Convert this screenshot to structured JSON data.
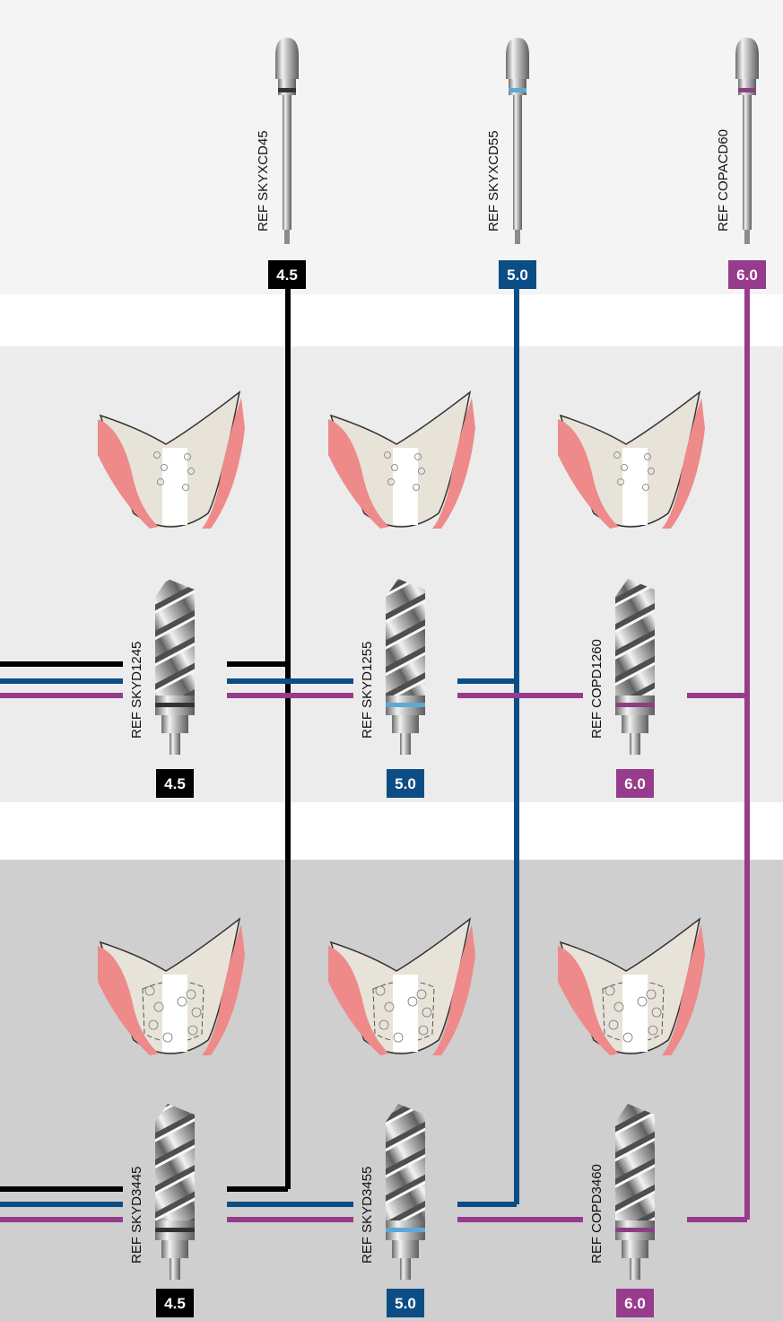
{
  "colors": {
    "size_4_5": "#000000",
    "size_5_0": "#0c4d86",
    "size_6_0": "#973b8c",
    "gum": "#ee8a8a",
    "bone": "#e8e3d9",
    "panel_top": "#f4f4f4",
    "panel_middle": "#ececec",
    "panel_bottom": "#cfcfcf"
  },
  "countersinks": [
    {
      "ref": "REF SKYXCD45",
      "size": "4.5",
      "color_key": "size_4_5",
      "collar": "#333333"
    },
    {
      "ref": "REF SKYXCD55",
      "size": "5.0",
      "color_key": "size_5_0",
      "collar": "#5fa8d6"
    },
    {
      "ref": "REF COPACD60",
      "size": "6.0",
      "color_key": "size_6_0",
      "collar": "#8b3f82"
    }
  ],
  "dense_bone_drills": [
    {
      "ref": "REF SKYD1245",
      "size": "4.5",
      "color_key": "size_4_5",
      "collar": "#333333",
      "icon": "dense-bone-socket-icon"
    },
    {
      "ref": "REF SKYD1255",
      "size": "5.0",
      "color_key": "size_5_0",
      "collar": "#5fa8d6",
      "icon": "dense-bone-socket-icon"
    },
    {
      "ref": "REF COPD1260",
      "size": "6.0",
      "color_key": "size_6_0",
      "collar": "#8b3f82",
      "icon": "dense-bone-socket-icon"
    }
  ],
  "soft_bone_drills": [
    {
      "ref": "REF SKYD3445",
      "size": "4.5",
      "color_key": "size_4_5",
      "collar": "#333333",
      "icon": "soft-bone-socket-icon"
    },
    {
      "ref": "REF SKYD3455",
      "size": "5.0",
      "color_key": "size_5_0",
      "collar": "#5fa8d6",
      "icon": "soft-bone-socket-icon"
    },
    {
      "ref": "REF COPD3460",
      "size": "6.0",
      "color_key": "size_6_0",
      "collar": "#8b3f82",
      "icon": "soft-bone-socket-icon"
    }
  ]
}
